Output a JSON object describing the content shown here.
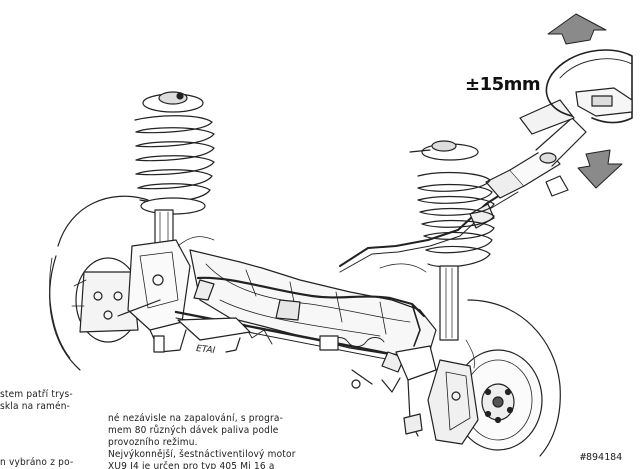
{
  "figure": {
    "travel_label": "±15mm",
    "signature": "ETAI",
    "photo_id": "#894184"
  },
  "text_left": {
    "line1": "stem patří trys-",
    "line2": "skla na ramén-",
    "line3": "n vybráno z po-"
  },
  "text_right": {
    "line1": "né nezávisle na zapalování, s progra-",
    "line2": "mem 80 různých dávek paliva podle",
    "line3": "provozního režimu.",
    "line4": "Nejvýkonnější, šestnáctiventilový motor",
    "line5": "XU9 J4 je určen pro typ 405 Mi 16 a"
  }
}
